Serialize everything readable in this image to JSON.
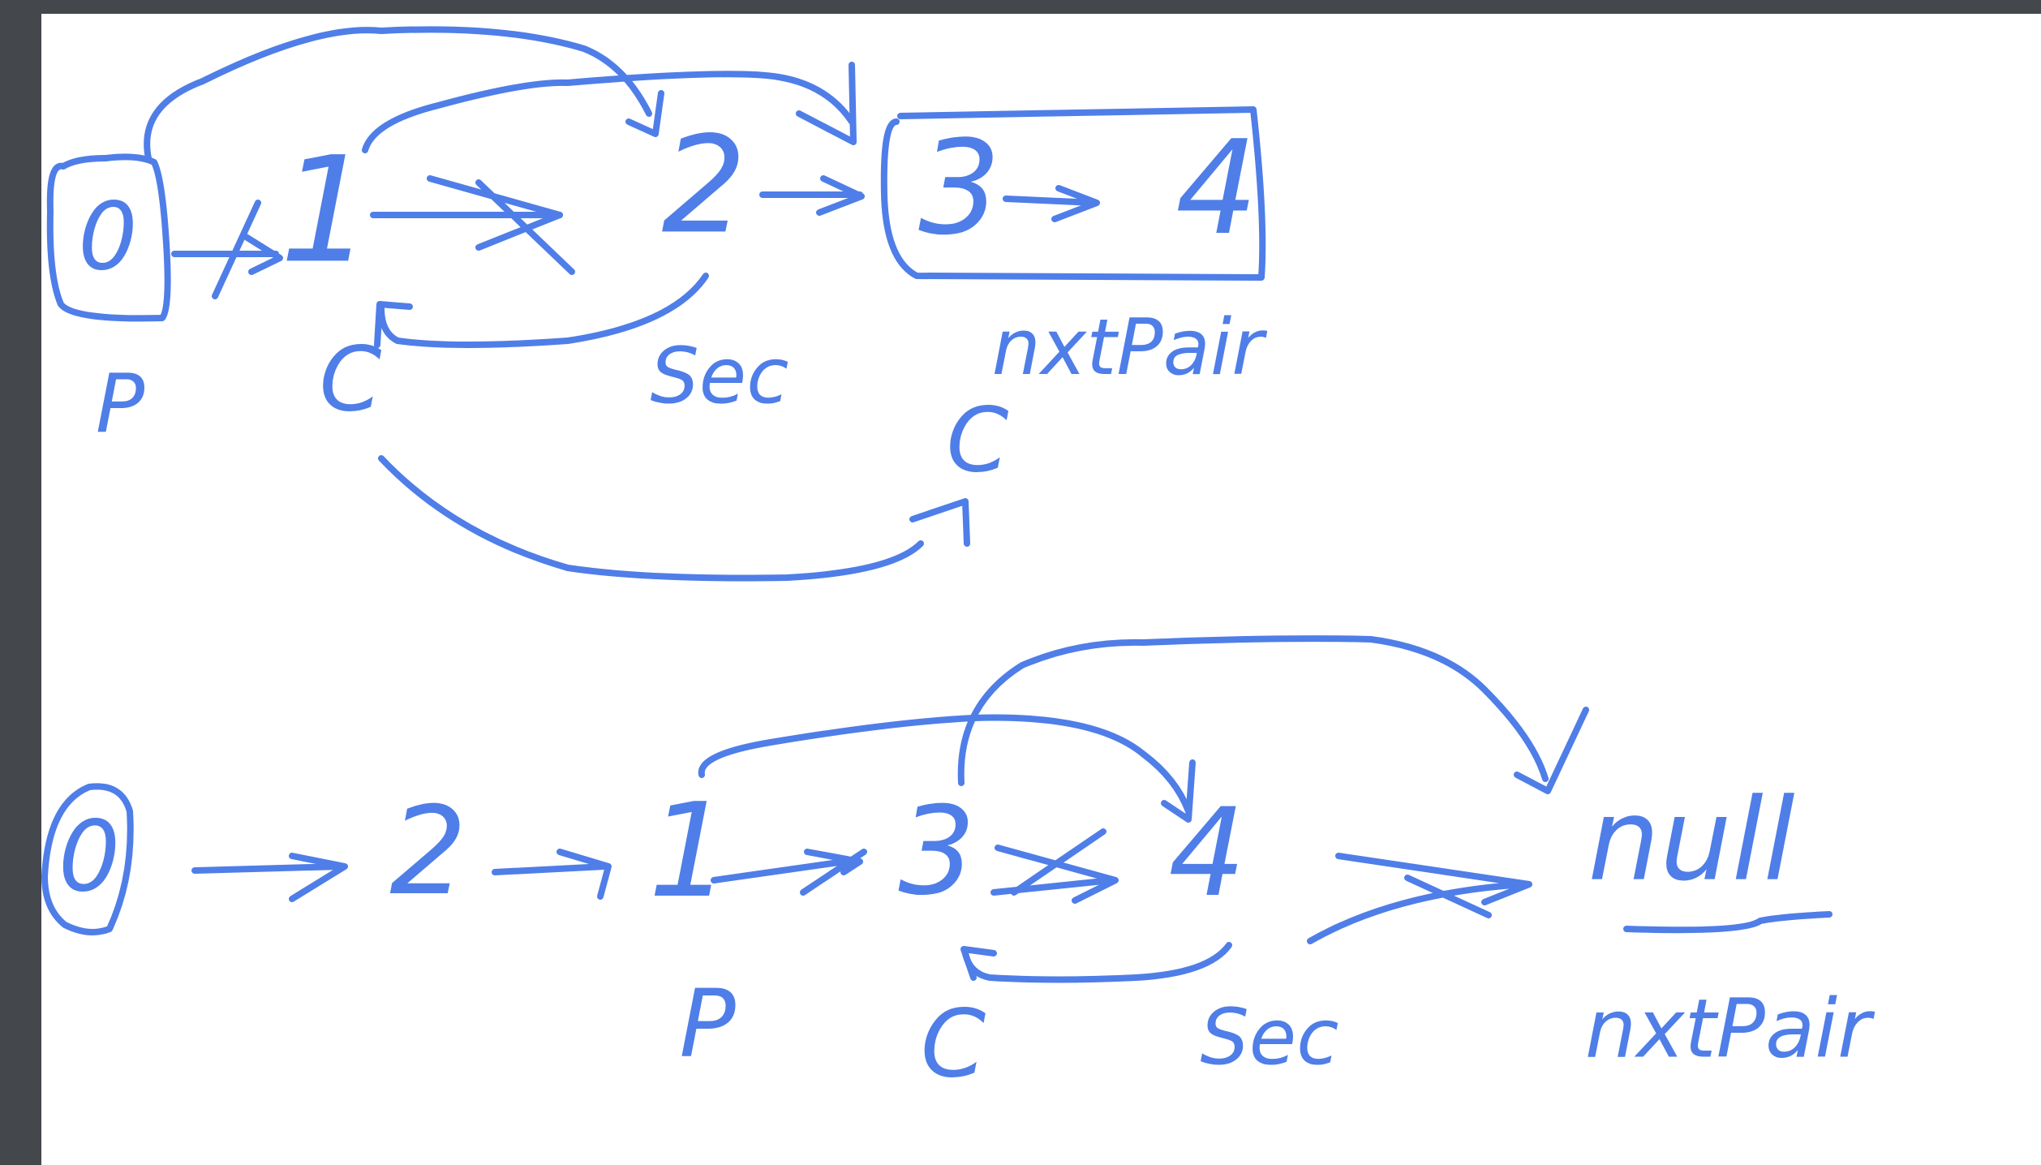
{
  "diagram": {
    "ink_color": "#4f7ee8",
    "background": "#ffffff",
    "frame_color": "#44474c",
    "top": {
      "nodes": [
        "0",
        "1",
        "2",
        "3",
        "4"
      ],
      "labels": {
        "p": "P",
        "c": "C",
        "sec": "Sec",
        "nxtpair": "nxtPair",
        "c2": "C"
      }
    },
    "bottom": {
      "nodes": [
        "0",
        "2",
        "1",
        "3",
        "4"
      ],
      "terminal": "null",
      "labels": {
        "p": "P",
        "c": "C",
        "sec": "Sec",
        "nxtpair": "nxtPair"
      }
    }
  }
}
